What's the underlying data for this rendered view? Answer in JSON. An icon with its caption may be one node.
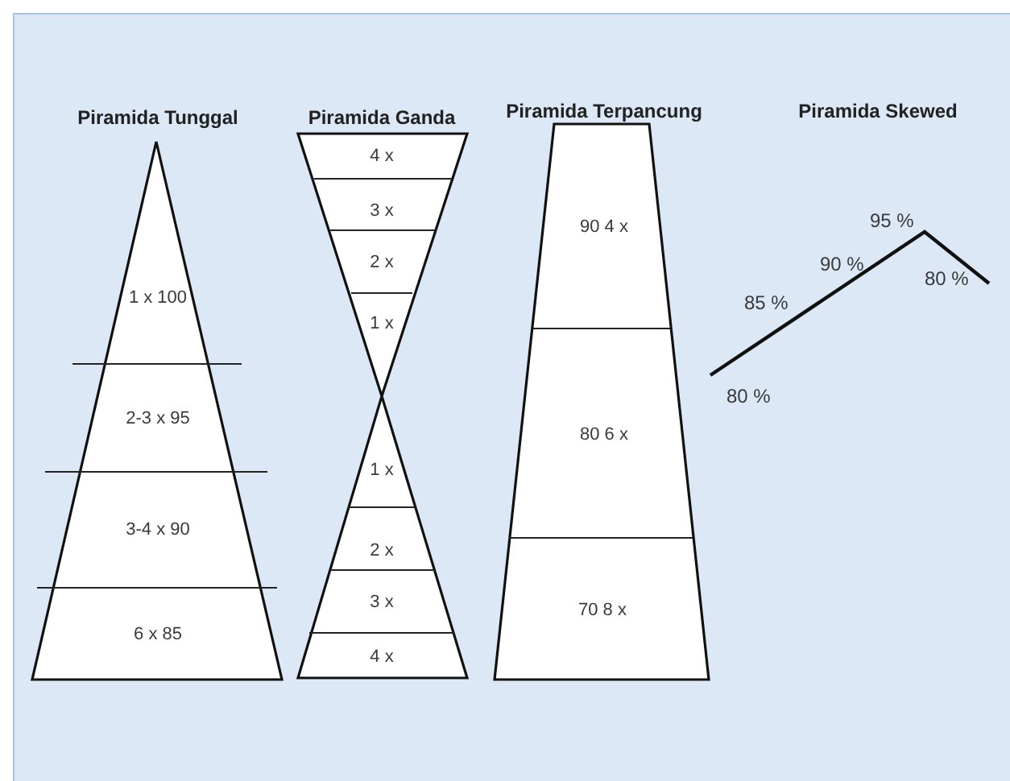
{
  "diagram": {
    "nodes": [
      {
        "text": [
          "Piramida Tunggal"
        ]
      },
      {
        "text": [
          "1 x 100"
        ],
        "in": 0
      },
      {
        "text": [
          "2-3 x 95"
        ],
        "in": 0
      },
      {
        "text": [
          "3-4 x 90"
        ],
        "in": 0
      },
      {
        "text": [
          "6 x 85"
        ],
        "in": 0
      },
      {
        "text": [
          "Piramida Ganda"
        ]
      },
      {
        "text": [
          "4 x"
        ],
        "in": 5
      },
      {
        "text": [
          "3 x"
        ],
        "in": 5
      },
      {
        "text": [
          "2 x"
        ],
        "in": 5
      },
      {
        "text": [
          "1 x"
        ],
        "in": 5
      },
      {
        "text": [
          "1 x"
        ],
        "in": 5
      },
      {
        "text": [
          "2 x"
        ],
        "in": 5
      },
      {
        "text": [
          "3 x"
        ],
        "in": 5
      },
      {
        "text": [
          "4 x"
        ],
        "in": 5
      },
      {
        "text": [
          "Piramida Terpancung"
        ]
      },
      {
        "text": [
          "90 4 x"
        ],
        "in": 14
      },
      {
        "text": [
          "80 6 x"
        ],
        "in": 14
      },
      {
        "text": [
          "70 8 x"
        ],
        "in": 14
      }
    ],
    "labels": [
      "Piramida Skewed",
      "95 %",
      "90 %",
      "85 %",
      "80 %",
      "80 %"
    ]
  }
}
